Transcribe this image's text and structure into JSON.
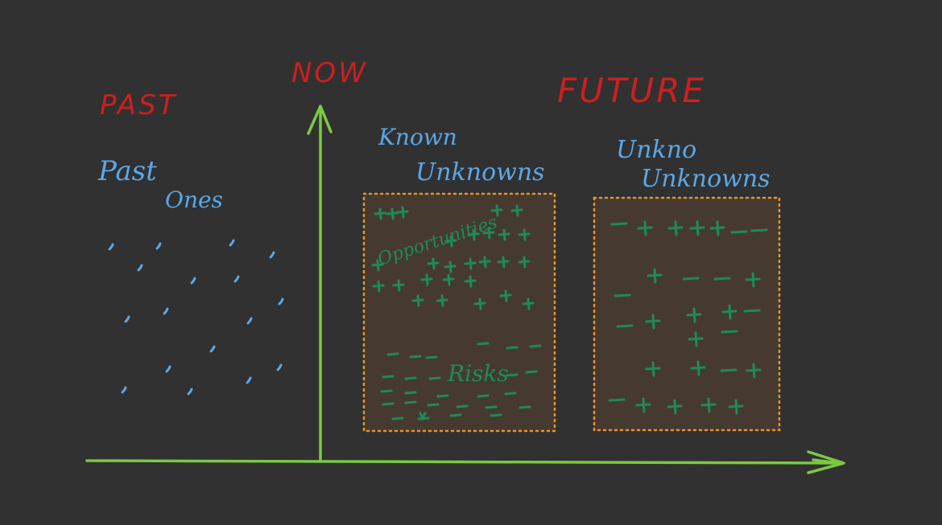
{
  "labels": {
    "past": "PAST",
    "now": "NOW",
    "future": "FUTURE",
    "past_ones_line1": "Past",
    "past_ones_line2": "Ones",
    "known_line1": "Known",
    "known_line2": "Unknowns",
    "unknown_line1": "Unkno",
    "unknown_line2": "Unknowns",
    "opportunities": "Opportunities",
    "risks": "Risks"
  },
  "colors": {
    "background": "#313131",
    "heading": "#cc1f1f",
    "handwriting": "#5aa8e8",
    "axis": "#7ac943",
    "marks": "#1e8a5a",
    "box_fill": "#463a30",
    "box_border": "#e8962a"
  }
}
